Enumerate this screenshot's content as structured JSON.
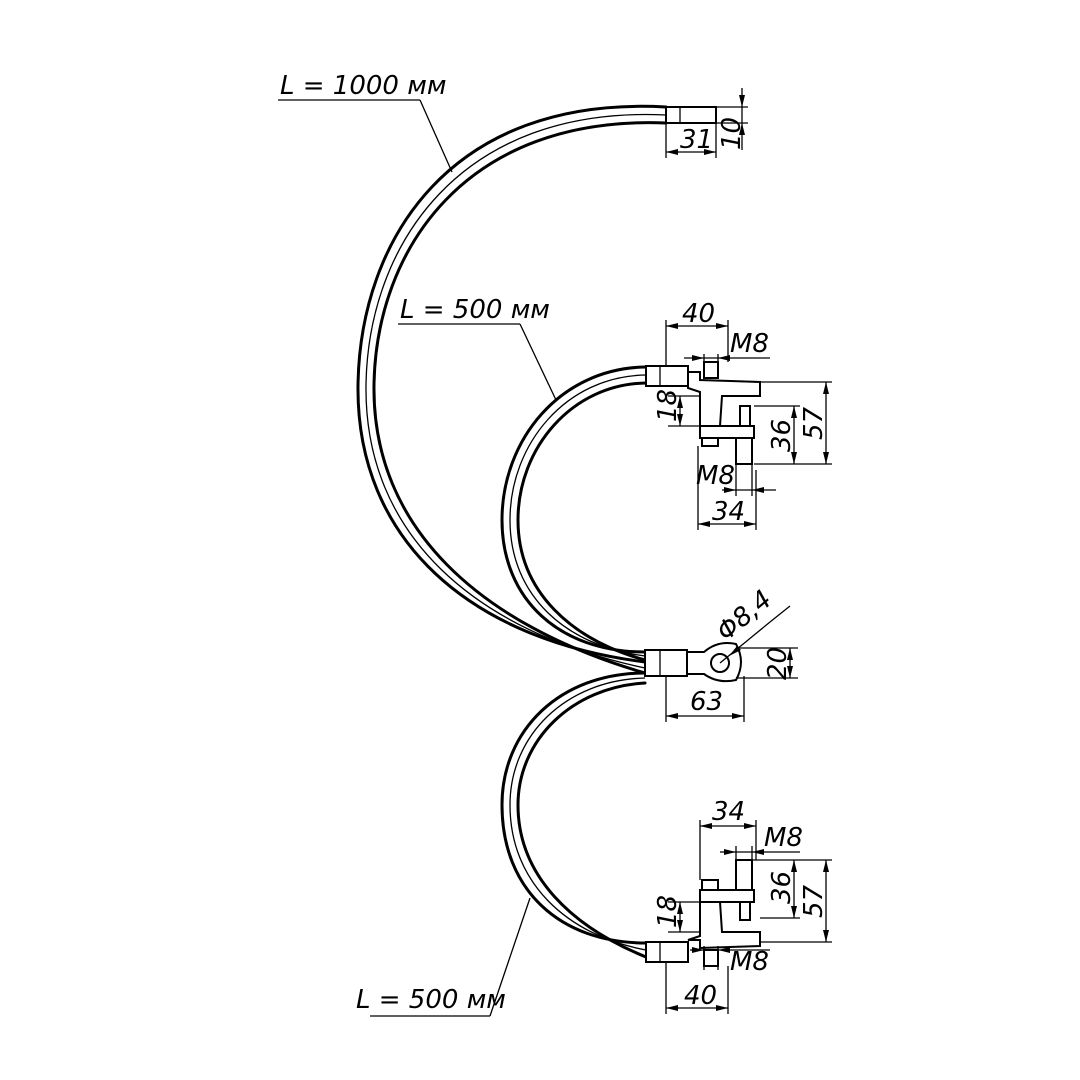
{
  "cables": [
    {
      "length_label": "L = 1000 мм"
    },
    {
      "length_label": "L = 500 мм"
    },
    {
      "length_label": "L = 500 мм"
    }
  ],
  "dimensions": {
    "top_lug_length": "31",
    "top_lug_height": "10",
    "clamp_upper_width_40": "40",
    "clamp_upper_thread_top": "M8",
    "clamp_upper_height_18": "18",
    "clamp_upper_height_36": "36",
    "clamp_upper_height_57": "57",
    "clamp_upper_thread_bottom": "M8",
    "clamp_upper_width_34": "34",
    "lug_hole_diameter": "Φ8,4",
    "lug_height_20": "20",
    "lug_length_63": "63",
    "clamp_lower_width_34": "34",
    "clamp_lower_thread_top": "M8",
    "clamp_lower_height_36": "36",
    "clamp_lower_height_57": "57",
    "clamp_lower_height_18": "18",
    "clamp_lower_thread_bottom": "M8",
    "clamp_lower_width_40": "40"
  }
}
